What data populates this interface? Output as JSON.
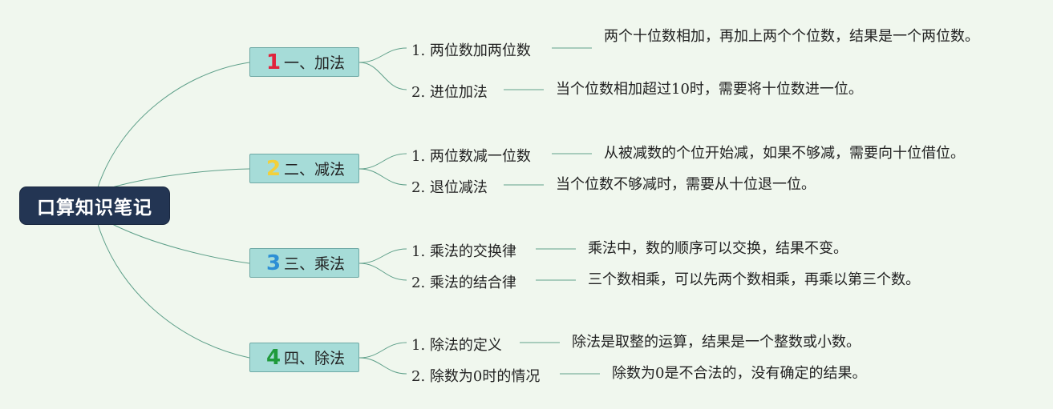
{
  "root": {
    "title": "口算知识笔记"
  },
  "colors": {
    "background": "#f0f7ee",
    "root_bg": "#233553",
    "topic_bg": "#a6dcd8",
    "line": "#5fa08a",
    "num1": "#e0233c",
    "num2": "#f2d03a",
    "num3": "#2d8fd5",
    "num4": "#1f9a3b"
  },
  "topics": [
    {
      "num": "1",
      "label": "一、加法",
      "items": [
        {
          "title": "1. 两位数加两位数",
          "desc": "两个十位数相加，再加上两个个位数，结果是一个两位数。"
        },
        {
          "title": "2. 进位加法",
          "desc": "当个位数相加超过10时，需要将十位数进一位。"
        }
      ]
    },
    {
      "num": "2",
      "label": "二、减法",
      "items": [
        {
          "title": "1. 两位数减一位数",
          "desc": "从被减数的个位开始减，如果不够减，需要向十位借位。"
        },
        {
          "title": "2. 退位减法",
          "desc": "当个位数不够减时，需要从十位退一位。"
        }
      ]
    },
    {
      "num": "3",
      "label": "三、乘法",
      "items": [
        {
          "title": "1. 乘法的交换律",
          "desc": "乘法中，数的顺序可以交换，结果不变。"
        },
        {
          "title": "2. 乘法的结合律",
          "desc": "三个数相乘，可以先两个数相乘，再乘以第三个数。"
        }
      ]
    },
    {
      "num": "4",
      "label": "四、除法",
      "items": [
        {
          "title": "1. 除法的定义",
          "desc": "除法是取整的运算，结果是一个整数或小数。"
        },
        {
          "title": "2. 除数为0时的情况",
          "desc": "除数为0是不合法的，没有确定的结果。"
        }
      ]
    }
  ]
}
